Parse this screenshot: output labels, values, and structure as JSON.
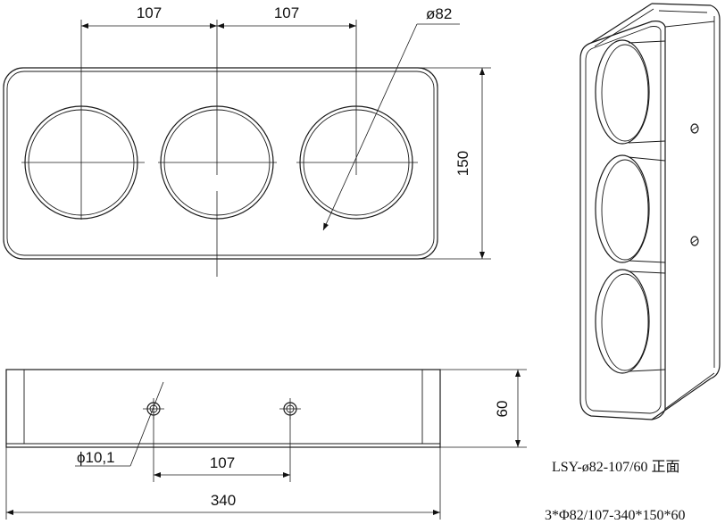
{
  "dimensions": {
    "spacing_left": "107",
    "spacing_right": "107",
    "hole_diameter": "ø82",
    "height": "150",
    "depth": "60",
    "bolt_hole": "ϕ10,1",
    "bolt_spacing": "107",
    "total_length": "340"
  },
  "caption": {
    "model": "LSY-ø82-107/60 正面",
    "spec": "3*Φ82/107-340*150*60"
  },
  "colors": {
    "line": "#1a1a1a",
    "background": "#ffffff"
  }
}
